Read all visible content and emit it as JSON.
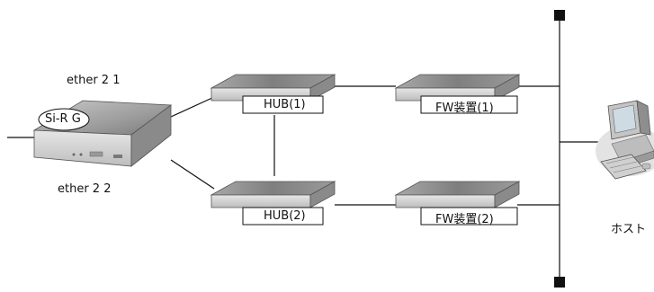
{
  "router": {
    "label": "Si-R G",
    "port1": "ether 2 1",
    "port2": "ether 2 2"
  },
  "hub1": {
    "label": "HUB(1)"
  },
  "hub2": {
    "label": "HUB(2)"
  },
  "fw1": {
    "label": "FW装置(1)"
  },
  "fw2": {
    "label": "FW装置(2)"
  },
  "host": {
    "label": "ホスト"
  },
  "colors": {
    "device_top": "#8f8f8f",
    "device_front": "#d2d2d2",
    "line": "#111111",
    "screen": "#cfdbe3"
  }
}
